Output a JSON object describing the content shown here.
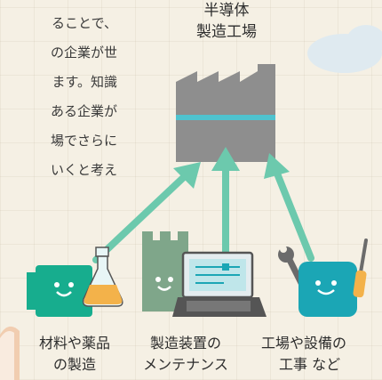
{
  "intro_text": [
    "ることで、",
    "の企業が世",
    "ます。知識",
    "ある企業が",
    "場でさらに",
    "いくと考え"
  ],
  "factory": {
    "title_lines": [
      "半導体",
      "製造工場"
    ]
  },
  "supporters": [
    {
      "label_lines": [
        "材料や薬品",
        "の製造"
      ]
    },
    {
      "label_lines": [
        "製造装置の",
        "メンテナンス"
      ]
    },
    {
      "label_lines": [
        "工場や設備の",
        "工事 など"
      ]
    }
  ],
  "colors": {
    "arrow": "#6cc9ad",
    "factory_gray": "#8e8e8e",
    "factory_stripe": "#4fc3cf",
    "green": "#17ad8e",
    "sage": "#7fa68a",
    "teal": "#1ba6b5",
    "flask_liquid": "#f3b24a",
    "background": "#f5f0e4"
  }
}
